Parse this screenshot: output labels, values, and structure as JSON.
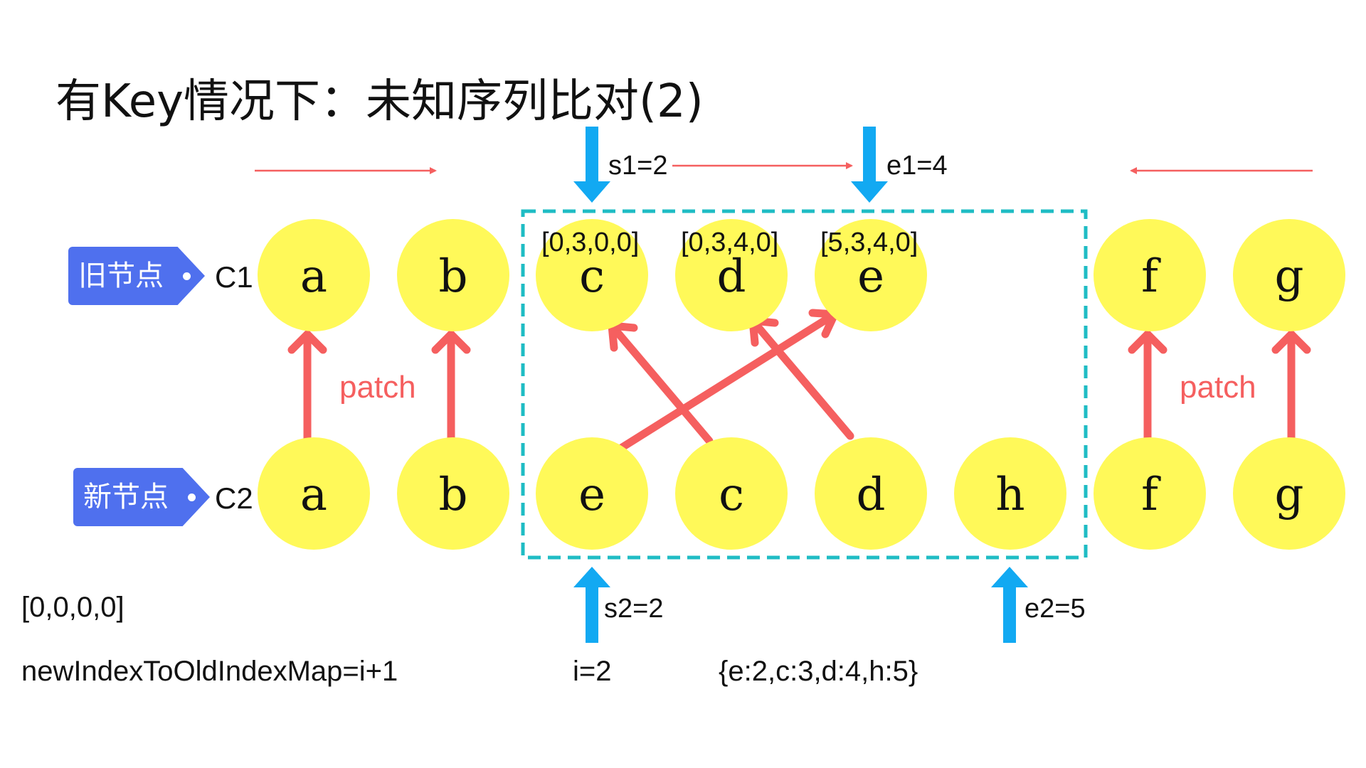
{
  "title": "有Key情况下：未知序列比对(2)",
  "labels": {
    "old_tag": "旧节点",
    "new_tag": "新节点",
    "c1": "C1",
    "c2": "C2",
    "patch_left": "patch",
    "patch_right": "patch"
  },
  "pointers": {
    "s1": "s1=2",
    "e1": "e1=4",
    "s2": "s2=2",
    "e2": "e2=5"
  },
  "old_nodes": [
    "a",
    "b",
    "c",
    "d",
    "e",
    "f",
    "g"
  ],
  "new_nodes": [
    "a",
    "b",
    "e",
    "c",
    "d",
    "h",
    "f",
    "g"
  ],
  "index_vectors": {
    "c": "[0,3,0,0]",
    "d": "[0,3,4,0]",
    "e": "[5,3,4,0]"
  },
  "bottom": {
    "initial_map": "[0,0,0,0]",
    "map_rule": "newIndexToOldIndexMap=i+1",
    "i": "i=2",
    "key_map": "{e:2,c:3,d:4,h:5}"
  },
  "colors": {
    "node_fill": "#fff959",
    "tag_blue": "#4f70ee",
    "pointer_blue": "#12a9f2",
    "arrow_red": "#f55f5f",
    "box_teal": "#1fbcc4"
  }
}
